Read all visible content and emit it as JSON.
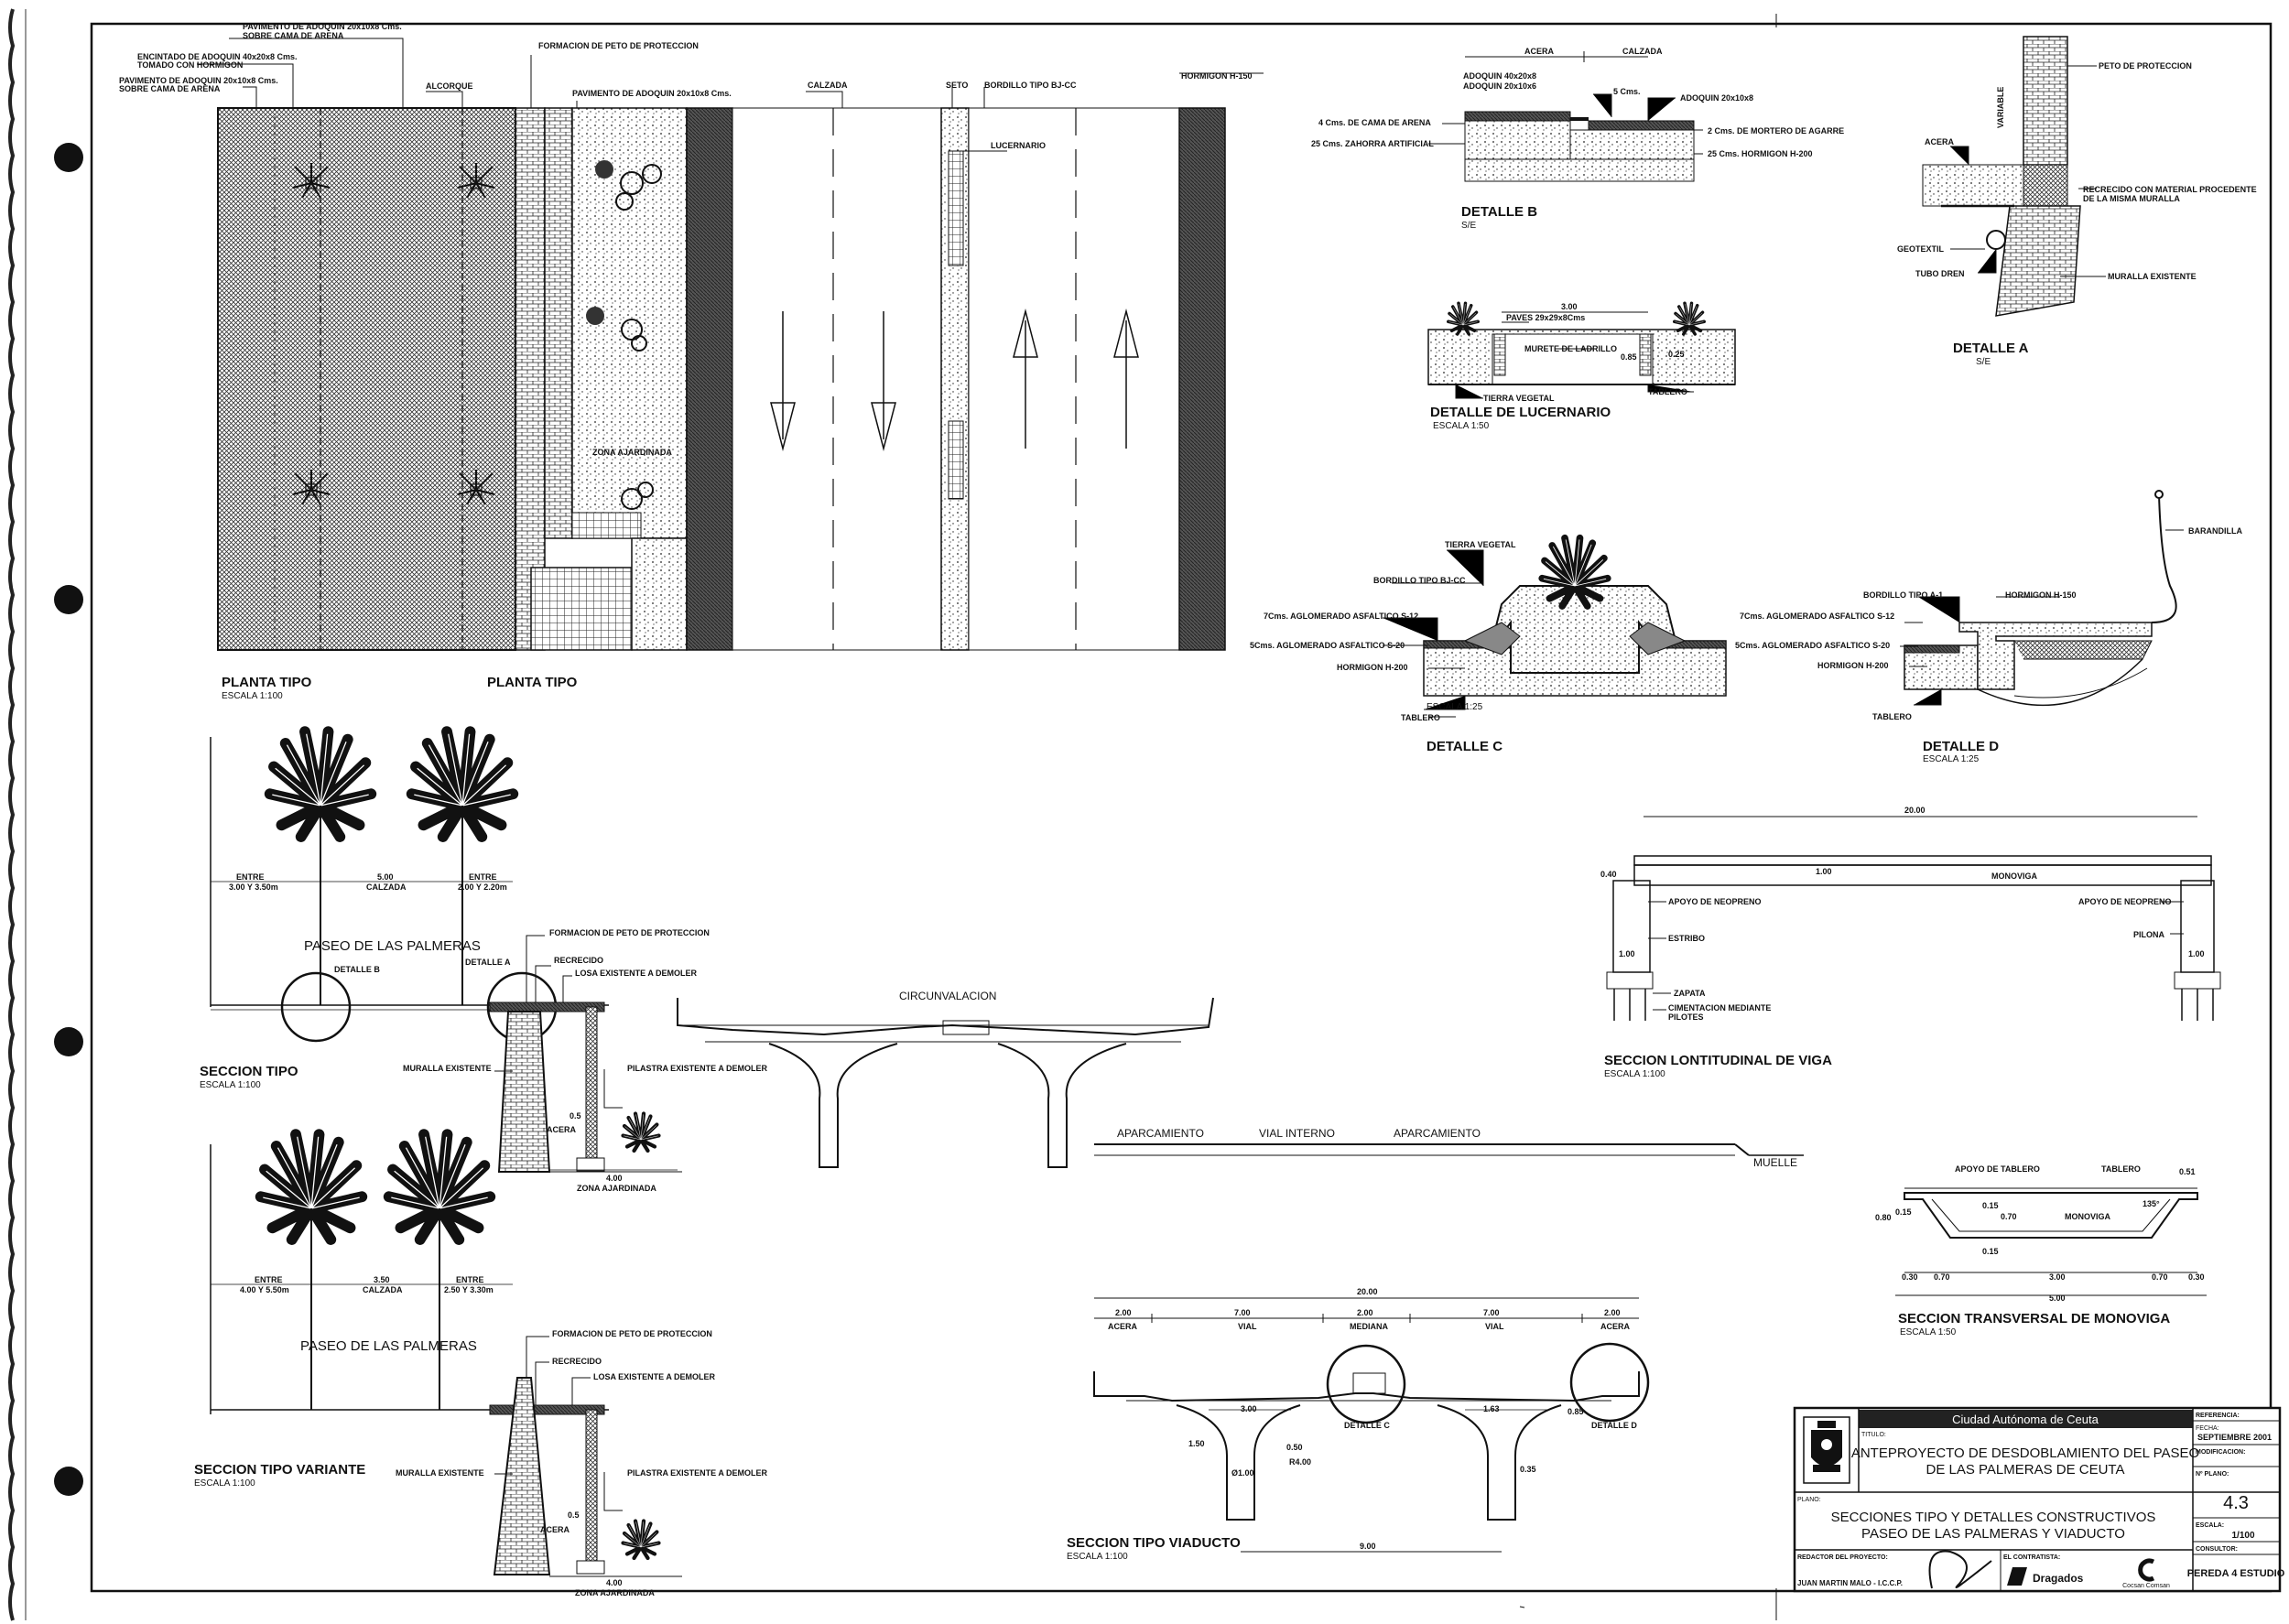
{
  "planta": {
    "labels": {
      "pav_adoquin_20x10x8": "PAVIMENTO DE ADOQUIN 20x10x8 Cms.",
      "sobre_cama": "SOBRE CAMA DE ARENA",
      "encintado": "ENCINTADO DE ADOQUIN 40x20x8 Cms.",
      "tomado": "TOMADO CON HORMIGON",
      "pav_adoquin_2": "PAVIMENTO DE ADOQUIN 20x10x8 Cms.",
      "sobre_cama_2": "SOBRE CAMA DE ARENA",
      "alcorque": "ALCORQUE",
      "formacion_peto": "FORMACION DE PETO DE PROTECCION",
      "pav_adoquin_3": "PAVIMENTO DE ADOQUIN 20x10x8 Cms.",
      "calzada": "CALZADA",
      "seto": "SETO",
      "bordillo": "BORDILLO TIPO BJ-CC",
      "hormigon": "HORMIGON H-150",
      "lucernario": "LUCERNARIO",
      "zona_ajardinada": "ZONA AJARDINADA"
    },
    "title_1": "PLANTA TIPO",
    "scale_1": "ESCALA 1:100",
    "title_2": "PLANTA TIPO"
  },
  "detalle_b": {
    "acera": "ACERA",
    "calzada": "CALZADA",
    "adoquin_40": "ADOQUIN 40x20x8",
    "adoquin_20": "ADOQUIN 20x10x6",
    "cms5": "5 Cms.",
    "adoquin_20b": "ADOQUIN 20x10x8",
    "cama": "4 Cms. DE CAMA DE ARENA",
    "zahorra": "25 Cms. ZAHORRA ARTIFICIAL",
    "mortero": "2 Cms. DE MORTERO DE AGARRE",
    "hormigon": "25 Cms. HORMIGON H-200",
    "title": "DETALLE B",
    "scale": "S/E"
  },
  "detalle_a": {
    "peto": "PETO DE PROTECCION",
    "variable": "VARIABLE",
    "acera": "ACERA",
    "recrecido": "RECRECIDO CON MATERIAL PROCEDENTE",
    "recrecido_2": "DE LA MISMA MURALLA",
    "geotextil": "GEOTEXTIL",
    "tubo": "TUBO DREN",
    "muralla": "MURALLA EXISTENTE",
    "title": "DETALLE A",
    "scale": "S/E"
  },
  "lucernario": {
    "dim": "3.00",
    "paves": "PAVES 29x29x8Cms",
    "murete": "MURETE DE LADRILLO",
    "h": "0.85",
    "h2": "0.25",
    "tierra": "TIERRA VEGETAL",
    "tablero": "TABLERO",
    "title": "DETALLE DE LUCERNARIO",
    "scale": "ESCALA 1:50"
  },
  "detalle_c": {
    "tierra": "TIERRA VEGETAL",
    "bordillo": "BORDILLO TIPO BJ-CC",
    "aglo12": "7Cms. AGLOMERADO ASFALTICO S-12",
    "aglo20": "5Cms. AGLOMERADO ASFALTICO S-20",
    "hormigon": "HORMIGON H-200",
    "escala": "ESCALA 1:25",
    "tablero": "TABLERO",
    "title": "DETALLE C"
  },
  "detalle_d": {
    "barandilla": "BARANDILLA",
    "bordillo": "BORDILLO TIPO A-1",
    "hormigon150": "HORMIGON H-150",
    "aglo12": "7Cms. AGLOMERADO ASFALTICO S-12",
    "aglo20": "5Cms. AGLOMERADO ASFALTICO S-20",
    "hormigon": "HORMIGON H-200",
    "tablero": "TABLERO",
    "title": "DETALLE D",
    "scale": "ESCALA 1:25"
  },
  "seccion_tipo": {
    "entre_l": "ENTRE",
    "dim_l": "3.00 Y 3.50m",
    "dim_c": "5.00",
    "calzada": "CALZADA",
    "entre_r": "ENTRE",
    "dim_r": "2.00 Y 2.20m",
    "paseo": "PASEO DE LAS PALMERAS",
    "detalle_b": "DETALLE B",
    "detalle_a": "DETALLE A",
    "formacion": "FORMACION DE PETO DE PROTECCION",
    "recrecido": "RECRECIDO",
    "losa": "LOSA EXISTENTE A DEMOLER",
    "muralla": "MURALLA EXISTENTE",
    "pilastra": "PILASTRA EXISTENTE A DEMOLER",
    "acera": "ACERA",
    "d05": "0.5",
    "d400": "4.00",
    "zona": "ZONA AJARDINADA",
    "title": "SECCION TIPO",
    "scale": "ESCALA 1:100"
  },
  "seccion_variante": {
    "entre_l": "ENTRE",
    "dim_l": "4.00 Y 5.50m",
    "dim_c": "3.50",
    "calzada": "CALZADA",
    "entre_r": "ENTRE",
    "dim_r": "2.50 Y 3.30m",
    "paseo": "PASEO DE LAS PALMERAS",
    "formacion": "FORMACION DE PETO DE PROTECCION",
    "recrecido": "RECRECIDO",
    "losa": "LOSA EXISTENTE A DEMOLER",
    "muralla": "MURALLA EXISTENTE",
    "pilastra": "PILASTRA EXISTENTE A DEMOLER",
    "acera": "ACERA",
    "d05": "0.5",
    "d400": "4.00",
    "zona": "ZONA AJARDINADA",
    "title": "SECCION TIPO VARIANTE",
    "scale": "ESCALA 1:100"
  },
  "viaducto_elev": {
    "circunvalacion": "CIRCUNVALACION",
    "aparcamiento_1": "APARCAMIENTO",
    "vial_interno": "VIAL INTERNO",
    "aparcamiento_2": "APARCAMIENTO",
    "muelle": "MUELLE"
  },
  "seccion_viga": {
    "d20": "20.00",
    "d040": "0.40",
    "d100": "1.00",
    "monoviga": "MONOVIGA",
    "apoyo_l": "APOYO DE NEOPRENO",
    "apoyo_r": "APOYO DE NEOPRENO",
    "estribo": "ESTRIBO",
    "pilona": "PILONA",
    "d100b": "1.00",
    "d100c": "1.00",
    "zapata": "ZAPATA",
    "cimentacion": "CIMENTACION MEDIANTE",
    "pilotes": "PILOTES",
    "title": "SECCION LONTITUDINAL DE VIGA",
    "scale": "ESCALA 1:100"
  },
  "seccion_monoviga": {
    "apoyo": "APOYO DE TABLERO",
    "tablero": "TABLERO",
    "d051": "0.51",
    "d080": "0.80",
    "d015a": "0.15",
    "d015b": "0.15",
    "d070": "0.70",
    "monoviga": "MONOVIGA",
    "ang": "135°",
    "d015c": "0.15",
    "d030a": "0.30",
    "d070a": "0.70",
    "d300": "3.00",
    "d070b": "0.70",
    "d030b": "0.30",
    "d500": "5.00",
    "title": "SECCION TRANSVERSAL DE MONOVIGA",
    "scale": "ESCALA 1:50"
  },
  "seccion_viaducto": {
    "d20": "20.00",
    "d200a": "2.00",
    "acera_l": "ACERA",
    "d700a": "7.00",
    "vial_l": "VIAL",
    "d200m": "2.00",
    "mediana": "MEDIANA",
    "d700b": "7.00",
    "vial_r": "VIAL",
    "d200b": "2.00",
    "acera_r": "ACERA",
    "d300": "3.00",
    "d163": "1.63",
    "d085": "0.85",
    "detalle_c": "DETALLE C",
    "detalle_d": "DETALLE D",
    "d150": "1.50",
    "d050": "0.50",
    "r400": "R4.00",
    "phi": "Ø1.00",
    "d035": "0.35",
    "d900": "9.00",
    "title": "SECCION TIPO VIADUCTO",
    "scale": "ESCALA 1:100"
  },
  "cartouche": {
    "entity": "Ciudad Autónoma de Ceuta",
    "referencia": "REFERENCIA:",
    "titulo_lbl": "TITULO:",
    "titulo_1": "ANTEPROYECTO DE DESDOBLAMIENTO DEL PASEO",
    "titulo_2": "DE LAS PALMERAS DE CEUTA",
    "fecha_lbl": "FECHA:",
    "fecha": "SEPTIEMBRE 2001",
    "modif_lbl": "MODIFICACION:",
    "plano_lbl": "PLANO:",
    "plano_1": "SECCIONES TIPO Y DETALLES CONSTRUCTIVOS",
    "plano_2": "PASEO DE LAS PALMERAS Y VIADUCTO",
    "nplano_lbl": "Nº PLANO:",
    "nplano": "4.3",
    "escala_lbl": "ESCALA:",
    "escala": "1/100",
    "consultor_lbl": "CONSULTOR:",
    "consultor": "PEREDA 4 ESTUDIO",
    "redactor_lbl": "REDACTOR DEL PROYECTO:",
    "redactor": "JUAN MARTIN MALO - I.C.C.P.",
    "contratista_lbl": "EL CONTRATISTA:",
    "dragados": "Dragados",
    "cocsan": "Cocsan Comsan"
  }
}
